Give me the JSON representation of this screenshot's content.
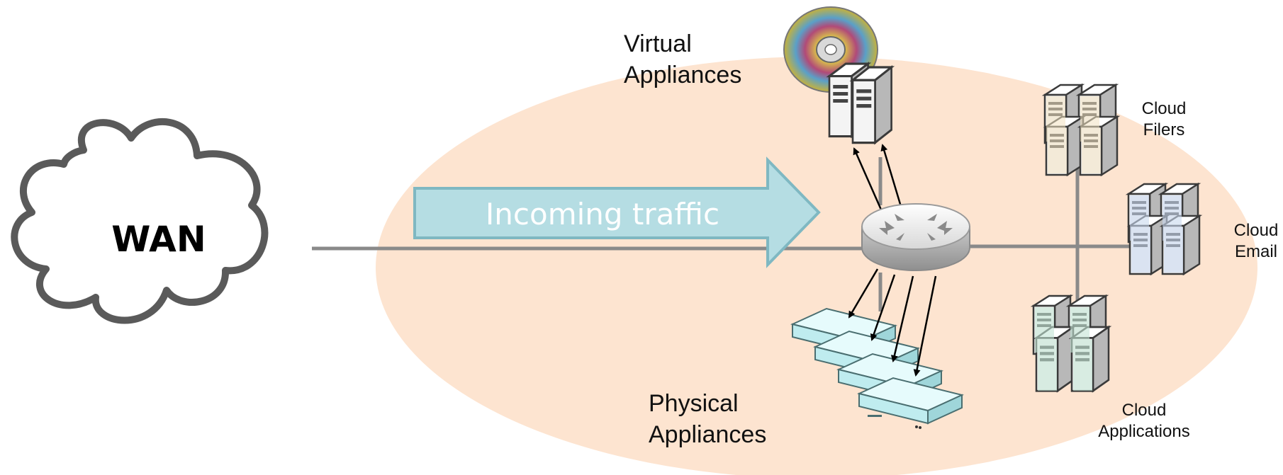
{
  "labels": {
    "wan": "WAN",
    "incoming": "Incoming traffic",
    "virtual_line1": "Virtual",
    "virtual_line2": "Appliances",
    "physical_line1": "Physical",
    "physical_line2": "Appliances",
    "filers_line1": "Cloud",
    "filers_line2": "Filers",
    "email_line1": "Cloud",
    "email_line2": "Email",
    "apps_line1": "Cloud",
    "apps_line2": "Applications"
  },
  "colors": {
    "cloud_region": "#fde4d0",
    "arrow_fill": "#b5dde3",
    "arrow_stroke": "#7fb8c2",
    "links": "#8a8a8a",
    "filers_server": "#f3e3c2",
    "email_server": "#c9d9f0",
    "apps_server": "#c4e6d6",
    "physical_appliance": "#c8f0f2"
  },
  "icons": {
    "wan": "cloud-outline-icon",
    "router": "router-icon",
    "virtual": "server-stack-icon",
    "disc": "cd-disc-icon",
    "physical": "appliance-stack-icon"
  }
}
